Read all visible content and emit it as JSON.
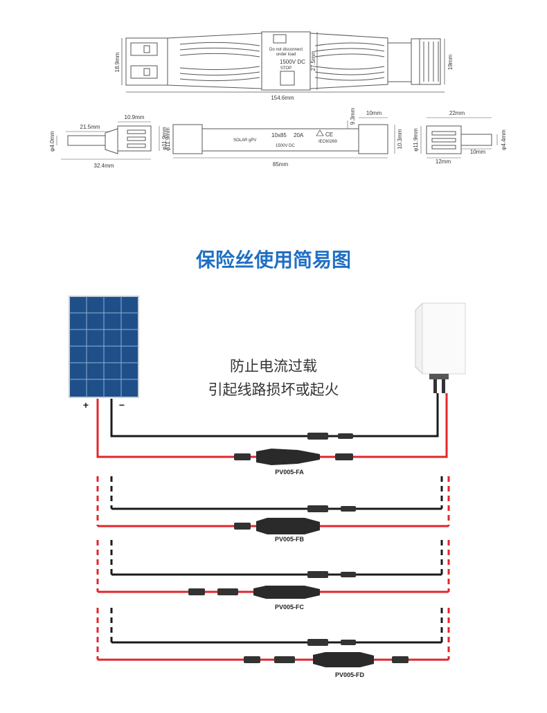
{
  "top_drawing": {
    "label_lines": [
      "Do not disconnect",
      "under load"
    ],
    "voltage_label": "1500V DC",
    "stop_label": "STOP",
    "dim_left_height": "18.9mm",
    "dim_center_height": "27.5mm",
    "dim_right_height": "19mm",
    "dim_total_length": "154.6mm"
  },
  "middle_drawings": {
    "left": {
      "dim_pin_length": "21.5mm",
      "dim_body_width": "10.9mm",
      "dim_pin_dia": "φ4.0mm",
      "dim_body_dia": "φ11.9mm",
      "dim_total": "32.4mm"
    },
    "fuse": {
      "text_type": "SOLAR gPV",
      "text_size": "10x85",
      "text_rating": "20A",
      "text_voltage": "1500V DC",
      "text_std": "IEC60269",
      "dim_cap_height": "9.3mm",
      "dim_cap_width": "10mm",
      "dim_body_height": "10.3mm",
      "dim_body_dia": "φ11.9mm",
      "dim_total": "85mm"
    },
    "right": {
      "dim_width": "22mm",
      "dim_body_dia": "φ11.9mm",
      "dim_pin_dia": "φ4.4mm",
      "dim_body": "12mm",
      "dim_pin": "10mm"
    }
  },
  "title": "保险丝使用简易图",
  "warning_lines": [
    "防止电流过载",
    "引起线路损坏或起火"
  ],
  "polarity": {
    "plus": "+",
    "minus": "−"
  },
  "models": [
    "PV005-FA",
    "PV005-FB",
    "PV005-FC",
    "PV005-FD"
  ],
  "colors": {
    "title_blue": "#1f6fc4",
    "wire_red": "#e0262b",
    "wire_black": "#1a1a1a",
    "panel_blue": "#1f4f88",
    "drawing_line": "#555555"
  }
}
